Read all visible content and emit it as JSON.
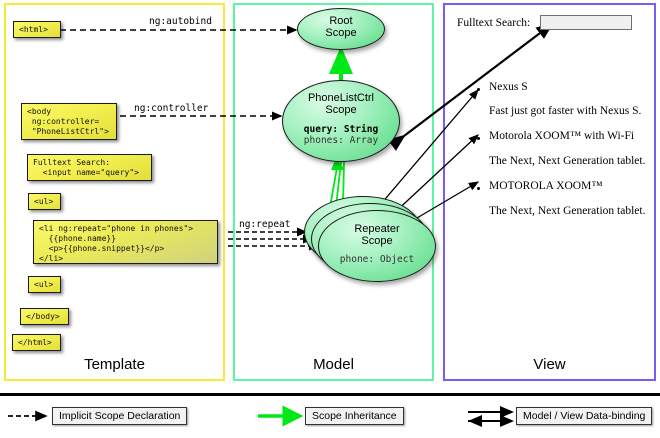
{
  "panels": [
    {
      "id": "template",
      "label": "Template",
      "border_color": "#f5ea36"
    },
    {
      "id": "model",
      "label": "Model",
      "border_color": "#5df7a4"
    },
    {
      "id": "view",
      "label": "View",
      "border_color": "#7a5cf0"
    }
  ],
  "template": {
    "boxes": [
      {
        "name": "html-open-box",
        "text": "<html>"
      },
      {
        "name": "body-controller-box",
        "text": "<body\n ng:controller=\n \"PhoneListCtrl\">"
      },
      {
        "name": "fulltext-search-box",
        "text": "Fulltext Search:\n  <input name=\"query\">"
      },
      {
        "name": "ul-open-box",
        "text": "<ul>"
      },
      {
        "name": "li-repeat-box",
        "text": "<li ng:repeat=\"phone in phones\">\n  {{phone.name}}\n  <p>{{phone.snippet}}</p>\n</li>"
      },
      {
        "name": "ul-close-box",
        "text": "<ul>"
      },
      {
        "name": "body-close-box",
        "text": "</body>"
      },
      {
        "name": "html-close-box",
        "text": "</html>"
      }
    ]
  },
  "connectors": [
    {
      "name": "ng-autobind-label",
      "text": "ng:autobind"
    },
    {
      "name": "ng-controller-label",
      "text": "ng:controller"
    },
    {
      "name": "ng-repeat-label",
      "text": "ng:repeat"
    }
  ],
  "model": {
    "scopes": [
      {
        "name": "root-scope",
        "title": "Root\nScope",
        "title_lines": [
          "Root",
          "Scope"
        ],
        "props": []
      },
      {
        "name": "phonelistctrl-scope",
        "title_lines": [
          "PhoneListCtrl",
          "Scope"
        ],
        "props": [
          {
            "key": "query:",
            "value": "String",
            "bold": true
          },
          {
            "key": "phones:",
            "value": "Array",
            "bold": false
          }
        ]
      },
      {
        "name": "repeater-scope",
        "title_lines": [
          "Repeater",
          "Scope"
        ],
        "props": [
          {
            "key": "phone:",
            "value": "Object",
            "bold": false
          }
        ],
        "stacked": 3
      }
    ]
  },
  "view": {
    "search_label": "Fulltext Search:",
    "search_value": "",
    "search_placeholder": "",
    "items": [
      {
        "name": "Nexus S",
        "snippet": "Fast just got faster with Nexus S."
      },
      {
        "name": "Motorola XOOM™  with Wi-Fi",
        "snippet": "The Next, Next Generation tablet."
      },
      {
        "name": "MOTOROLA XOOM™",
        "snippet": "The Next, Next Generation tablet."
      }
    ]
  },
  "legend": {
    "items": [
      {
        "name": "implicit-scope-declaration",
        "label": "Implicit Scope Declaration",
        "style": "dashed-arrow",
        "color": "#000000"
      },
      {
        "name": "scope-inheritance",
        "label": "Scope Inheritance",
        "style": "solid-green-arrow",
        "color": "#00e817"
      },
      {
        "name": "model-view-data-binding",
        "label": "Model / View Data-binding",
        "style": "double-arrow",
        "color": "#000000"
      }
    ]
  },
  "colors": {
    "template_border": "#f5ea36",
    "model_border": "#5df7a4",
    "view_border": "#7a5cf0",
    "code_box_fill": "#f3ef4e",
    "scope_fill": "#74e39a",
    "inheritance_arrow": "#00e817"
  }
}
